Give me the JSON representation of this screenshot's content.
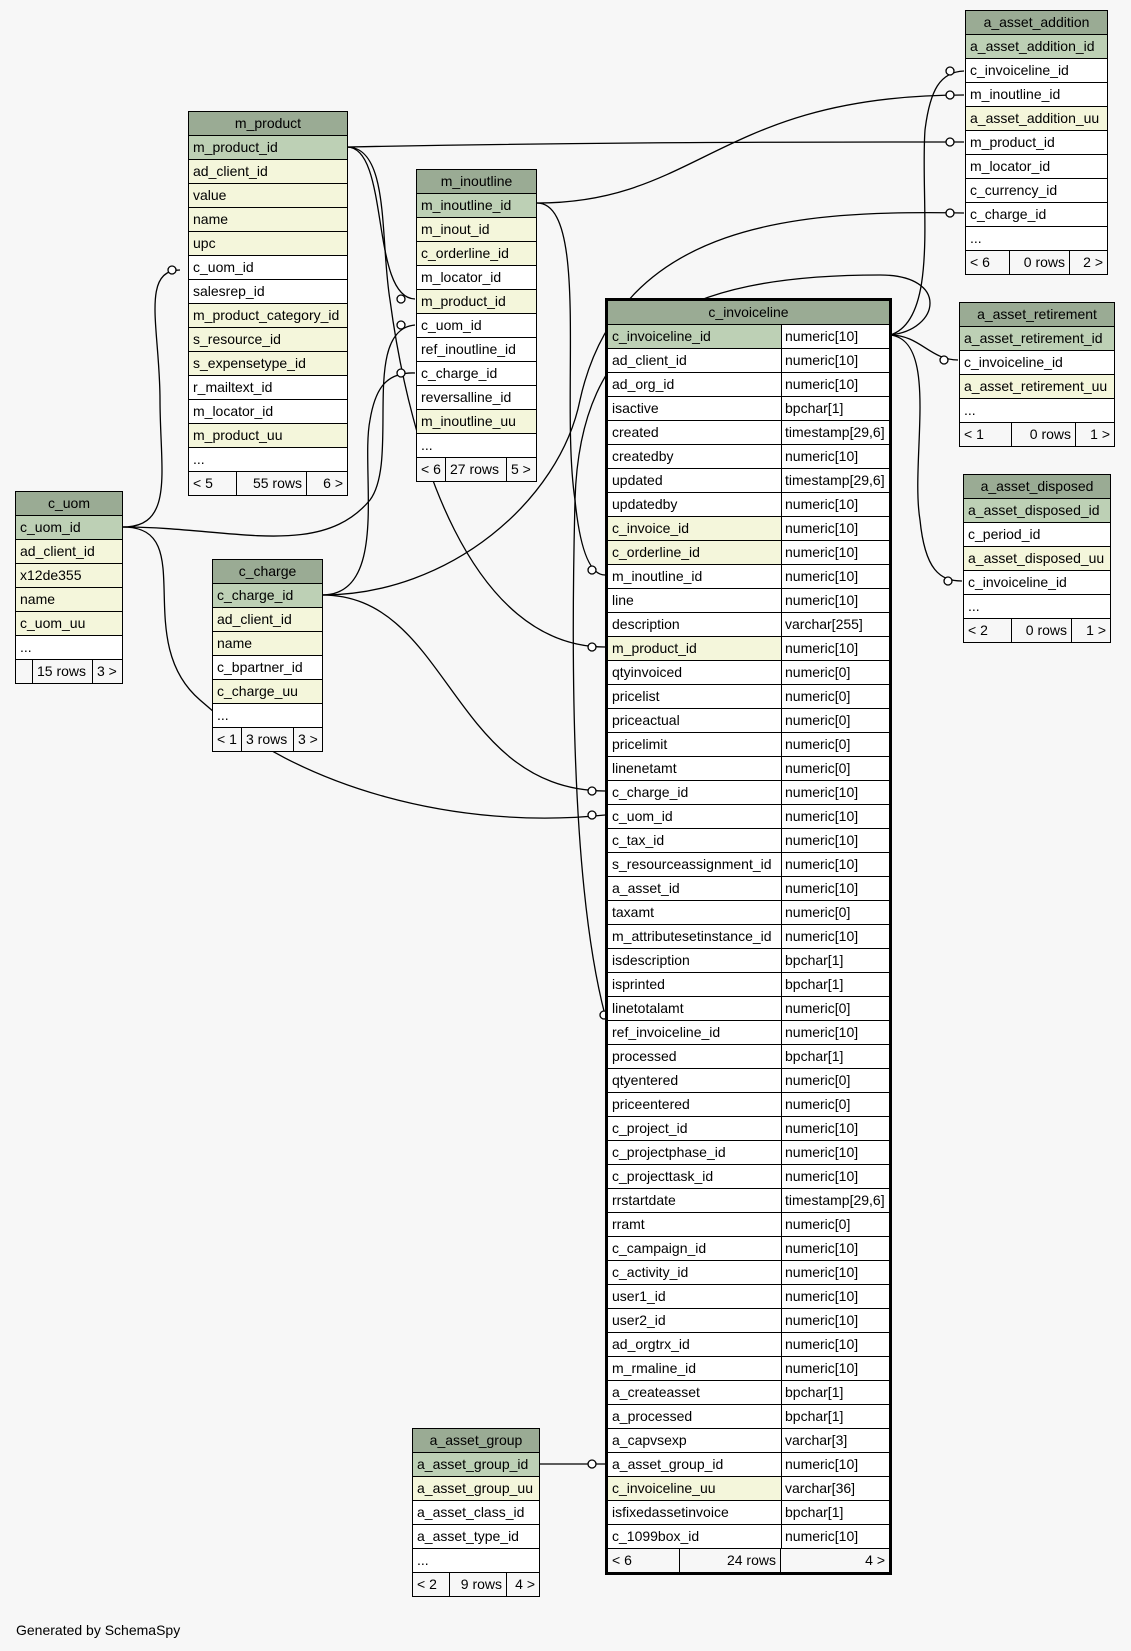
{
  "tables": {
    "m_product": {
      "title": "m_product",
      "rows": [
        "m_product_id",
        "ad_client_id",
        "value",
        "name",
        "upc",
        "c_uom_id",
        "salesrep_id",
        "m_product_category_id",
        "s_resource_id",
        "s_expensetype_id",
        "r_mailtext_id",
        "m_locator_id",
        "m_product_uu",
        "..."
      ],
      "footer": [
        "< 5",
        "55 rows",
        "6 >"
      ]
    },
    "m_inoutline": {
      "title": "m_inoutline",
      "rows": [
        "m_inoutline_id",
        "m_inout_id",
        "c_orderline_id",
        "m_locator_id",
        "m_product_id",
        "c_uom_id",
        "ref_inoutline_id",
        "c_charge_id",
        "reversalline_id",
        "m_inoutline_uu",
        "..."
      ],
      "footer": [
        "< 6",
        "27 rows",
        "5 >"
      ]
    },
    "c_uom": {
      "title": "c_uom",
      "rows": [
        "c_uom_id",
        "ad_client_id",
        "x12de355",
        "name",
        "c_uom_uu",
        "..."
      ],
      "footer": [
        "",
        "15 rows",
        "3 >"
      ]
    },
    "c_charge": {
      "title": "c_charge",
      "rows": [
        "c_charge_id",
        "ad_client_id",
        "name",
        "c_bpartner_id",
        "c_charge_uu",
        "..."
      ],
      "footer": [
        "< 1",
        "3 rows",
        "3 >"
      ]
    },
    "a_asset_addition": {
      "title": "a_asset_addition",
      "rows": [
        "a_asset_addition_id",
        "c_invoiceline_id",
        "m_inoutline_id",
        "a_asset_addition_uu",
        "m_product_id",
        "m_locator_id",
        "c_currency_id",
        "c_charge_id",
        "..."
      ],
      "footer": [
        "< 6",
        "0 rows",
        "2 >"
      ]
    },
    "a_asset_retirement": {
      "title": "a_asset_retirement",
      "rows": [
        "a_asset_retirement_id",
        "c_invoiceline_id",
        "a_asset_retirement_uu",
        "..."
      ],
      "footer": [
        "< 1",
        "0 rows",
        "1 >"
      ]
    },
    "a_asset_disposed": {
      "title": "a_asset_disposed",
      "rows": [
        "a_asset_disposed_id",
        "c_period_id",
        "a_asset_disposed_uu",
        "c_invoiceline_id",
        "..."
      ],
      "footer": [
        "< 2",
        "0 rows",
        "1 >"
      ]
    },
    "a_asset_group": {
      "title": "a_asset_group",
      "rows": [
        "a_asset_group_id",
        "a_asset_group_uu",
        "a_asset_class_id",
        "a_asset_type_id",
        "..."
      ],
      "footer": [
        "< 2",
        "9 rows",
        "4 >"
      ]
    },
    "c_invoiceline": {
      "title": "c_invoiceline",
      "rows": [
        [
          "c_invoiceline_id",
          "numeric[10]"
        ],
        [
          "ad_client_id",
          "numeric[10]"
        ],
        [
          "ad_org_id",
          "numeric[10]"
        ],
        [
          "isactive",
          "bpchar[1]"
        ],
        [
          "created",
          "timestamp[29,6]"
        ],
        [
          "createdby",
          "numeric[10]"
        ],
        [
          "updated",
          "timestamp[29,6]"
        ],
        [
          "updatedby",
          "numeric[10]"
        ],
        [
          "c_invoice_id",
          "numeric[10]"
        ],
        [
          "c_orderline_id",
          "numeric[10]"
        ],
        [
          "m_inoutline_id",
          "numeric[10]"
        ],
        [
          "line",
          "numeric[10]"
        ],
        [
          "description",
          "varchar[255]"
        ],
        [
          "m_product_id",
          "numeric[10]"
        ],
        [
          "qtyinvoiced",
          "numeric[0]"
        ],
        [
          "pricelist",
          "numeric[0]"
        ],
        [
          "priceactual",
          "numeric[0]"
        ],
        [
          "pricelimit",
          "numeric[0]"
        ],
        [
          "linenetamt",
          "numeric[0]"
        ],
        [
          "c_charge_id",
          "numeric[10]"
        ],
        [
          "c_uom_id",
          "numeric[10]"
        ],
        [
          "c_tax_id",
          "numeric[10]"
        ],
        [
          "s_resourceassignment_id",
          "numeric[10]"
        ],
        [
          "a_asset_id",
          "numeric[10]"
        ],
        [
          "taxamt",
          "numeric[0]"
        ],
        [
          "m_attributesetinstance_id",
          "numeric[10]"
        ],
        [
          "isdescription",
          "bpchar[1]"
        ],
        [
          "isprinted",
          "bpchar[1]"
        ],
        [
          "linetotalamt",
          "numeric[0]"
        ],
        [
          "ref_invoiceline_id",
          "numeric[10]"
        ],
        [
          "processed",
          "bpchar[1]"
        ],
        [
          "qtyentered",
          "numeric[0]"
        ],
        [
          "priceentered",
          "numeric[0]"
        ],
        [
          "c_project_id",
          "numeric[10]"
        ],
        [
          "c_projectphase_id",
          "numeric[10]"
        ],
        [
          "c_projecttask_id",
          "numeric[10]"
        ],
        [
          "rrstartdate",
          "timestamp[29,6]"
        ],
        [
          "rramt",
          "numeric[0]"
        ],
        [
          "c_campaign_id",
          "numeric[10]"
        ],
        [
          "c_activity_id",
          "numeric[10]"
        ],
        [
          "user1_id",
          "numeric[10]"
        ],
        [
          "user2_id",
          "numeric[10]"
        ],
        [
          "ad_orgtrx_id",
          "numeric[10]"
        ],
        [
          "m_rmaline_id",
          "numeric[10]"
        ],
        [
          "a_createasset",
          "bpchar[1]"
        ],
        [
          "a_processed",
          "bpchar[1]"
        ],
        [
          "a_capvsexp",
          "varchar[3]"
        ],
        [
          "a_asset_group_id",
          "numeric[10]"
        ],
        [
          "c_invoiceline_uu",
          "varchar[36]"
        ],
        [
          "isfixedassetinvoice",
          "bpchar[1]"
        ],
        [
          "c_1099box_id",
          "numeric[10]"
        ]
      ],
      "footer": [
        "< 6",
        "24 rows",
        "4 >"
      ]
    }
  },
  "generated_by": "Generated by SchemaSpy"
}
